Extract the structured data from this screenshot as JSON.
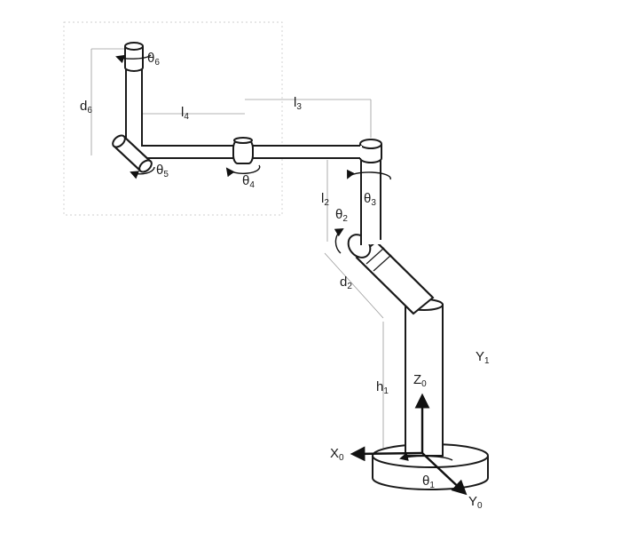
{
  "labels": {
    "theta1": {
      "base": "θ",
      "sub": "1"
    },
    "theta2": {
      "base": "θ",
      "sub": "2"
    },
    "theta3": {
      "base": "θ",
      "sub": "3"
    },
    "theta4": {
      "base": "θ",
      "sub": "4"
    },
    "theta5": {
      "base": "θ",
      "sub": "5"
    },
    "theta6": {
      "base": "θ",
      "sub": "6"
    },
    "d2": {
      "base": "d",
      "sub": "2"
    },
    "d6": {
      "base": "d",
      "sub": "6"
    },
    "l2": {
      "base": "l",
      "sub": "2"
    },
    "l3": {
      "base": "l",
      "sub": "3"
    },
    "l4": {
      "base": "l",
      "sub": "4"
    },
    "h1": {
      "base": "h",
      "sub": "1"
    },
    "x0": {
      "base": "X",
      "sub": "0"
    },
    "y0": {
      "base": "Y",
      "sub": "0"
    },
    "z0": {
      "base": "Z",
      "sub": "0"
    },
    "y1": {
      "base": "Y",
      "sub": "1"
    }
  }
}
